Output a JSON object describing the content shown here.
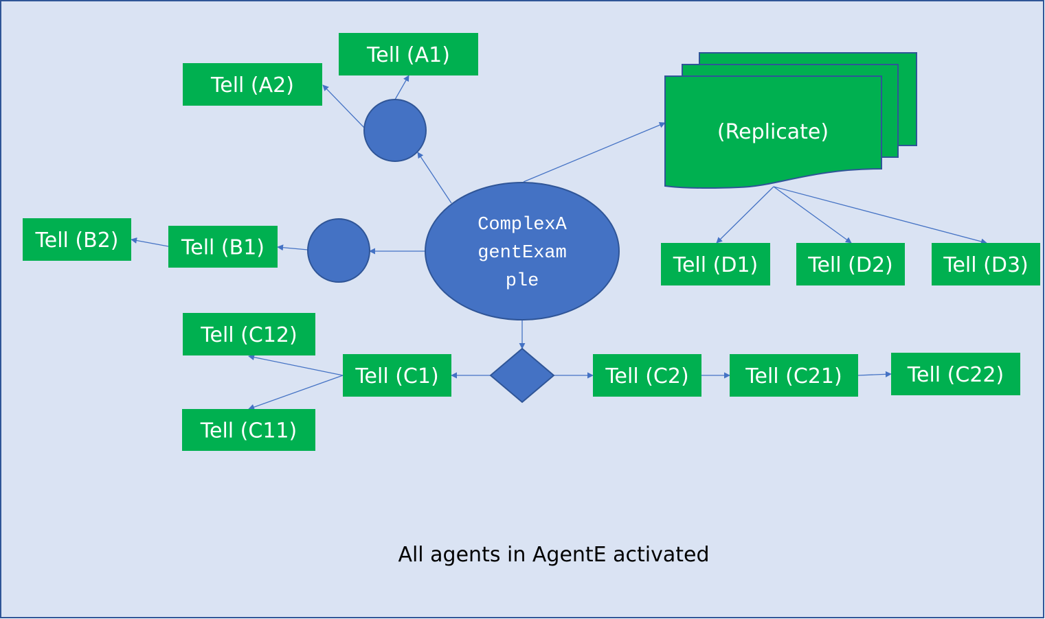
{
  "diagram": {
    "caption": "All agents in AgentE activated",
    "root": {
      "id": "root",
      "label_lines": [
        "ComplexA",
        "gentExam",
        "ple"
      ]
    },
    "replicate": {
      "id": "replicate",
      "label": "(Replicate)"
    },
    "boxes": [
      {
        "id": "A1",
        "label": "Tell (A1)"
      },
      {
        "id": "A2",
        "label": "Tell (A2)"
      },
      {
        "id": "B1",
        "label": "Tell (B1)"
      },
      {
        "id": "B2",
        "label": "Tell (B2)"
      },
      {
        "id": "C1",
        "label": "Tell (C1)"
      },
      {
        "id": "C11",
        "label": "Tell (C11)"
      },
      {
        "id": "C12",
        "label": "Tell (C12)"
      },
      {
        "id": "C2",
        "label": "Tell (C2)"
      },
      {
        "id": "C21",
        "label": "Tell (C21)"
      },
      {
        "id": "C22",
        "label": "Tell (C22)"
      },
      {
        "id": "D1",
        "label": "Tell (D1)"
      },
      {
        "id": "D2",
        "label": "Tell (D2)"
      },
      {
        "id": "D3",
        "label": "Tell (D3)"
      }
    ],
    "connectors": [
      {
        "id": "circleA",
        "shape": "circle"
      },
      {
        "id": "circleB",
        "shape": "circle"
      },
      {
        "id": "diamondC",
        "shape": "diamond"
      }
    ],
    "edges": [
      {
        "from": "root",
        "to": "circleA"
      },
      {
        "from": "circleA",
        "to": "A1"
      },
      {
        "from": "circleA",
        "to": "A2"
      },
      {
        "from": "root",
        "to": "circleB"
      },
      {
        "from": "circleB",
        "to": "B1"
      },
      {
        "from": "B1",
        "to": "B2"
      },
      {
        "from": "root",
        "to": "diamondC"
      },
      {
        "from": "diamondC",
        "to": "C1"
      },
      {
        "from": "C1",
        "to": "C12"
      },
      {
        "from": "C1",
        "to": "C11"
      },
      {
        "from": "diamondC",
        "to": "C2"
      },
      {
        "from": "C2",
        "to": "C21"
      },
      {
        "from": "C21",
        "to": "C22"
      },
      {
        "from": "root",
        "to": "replicate"
      },
      {
        "from": "replicate",
        "to": "D1"
      },
      {
        "from": "replicate",
        "to": "D2"
      },
      {
        "from": "replicate",
        "to": "D3"
      }
    ],
    "colors": {
      "background": "#dae3f3",
      "frame": "#2f5597",
      "box": "#00b050",
      "node": "#4472c4",
      "edge": "#4472c4"
    }
  }
}
